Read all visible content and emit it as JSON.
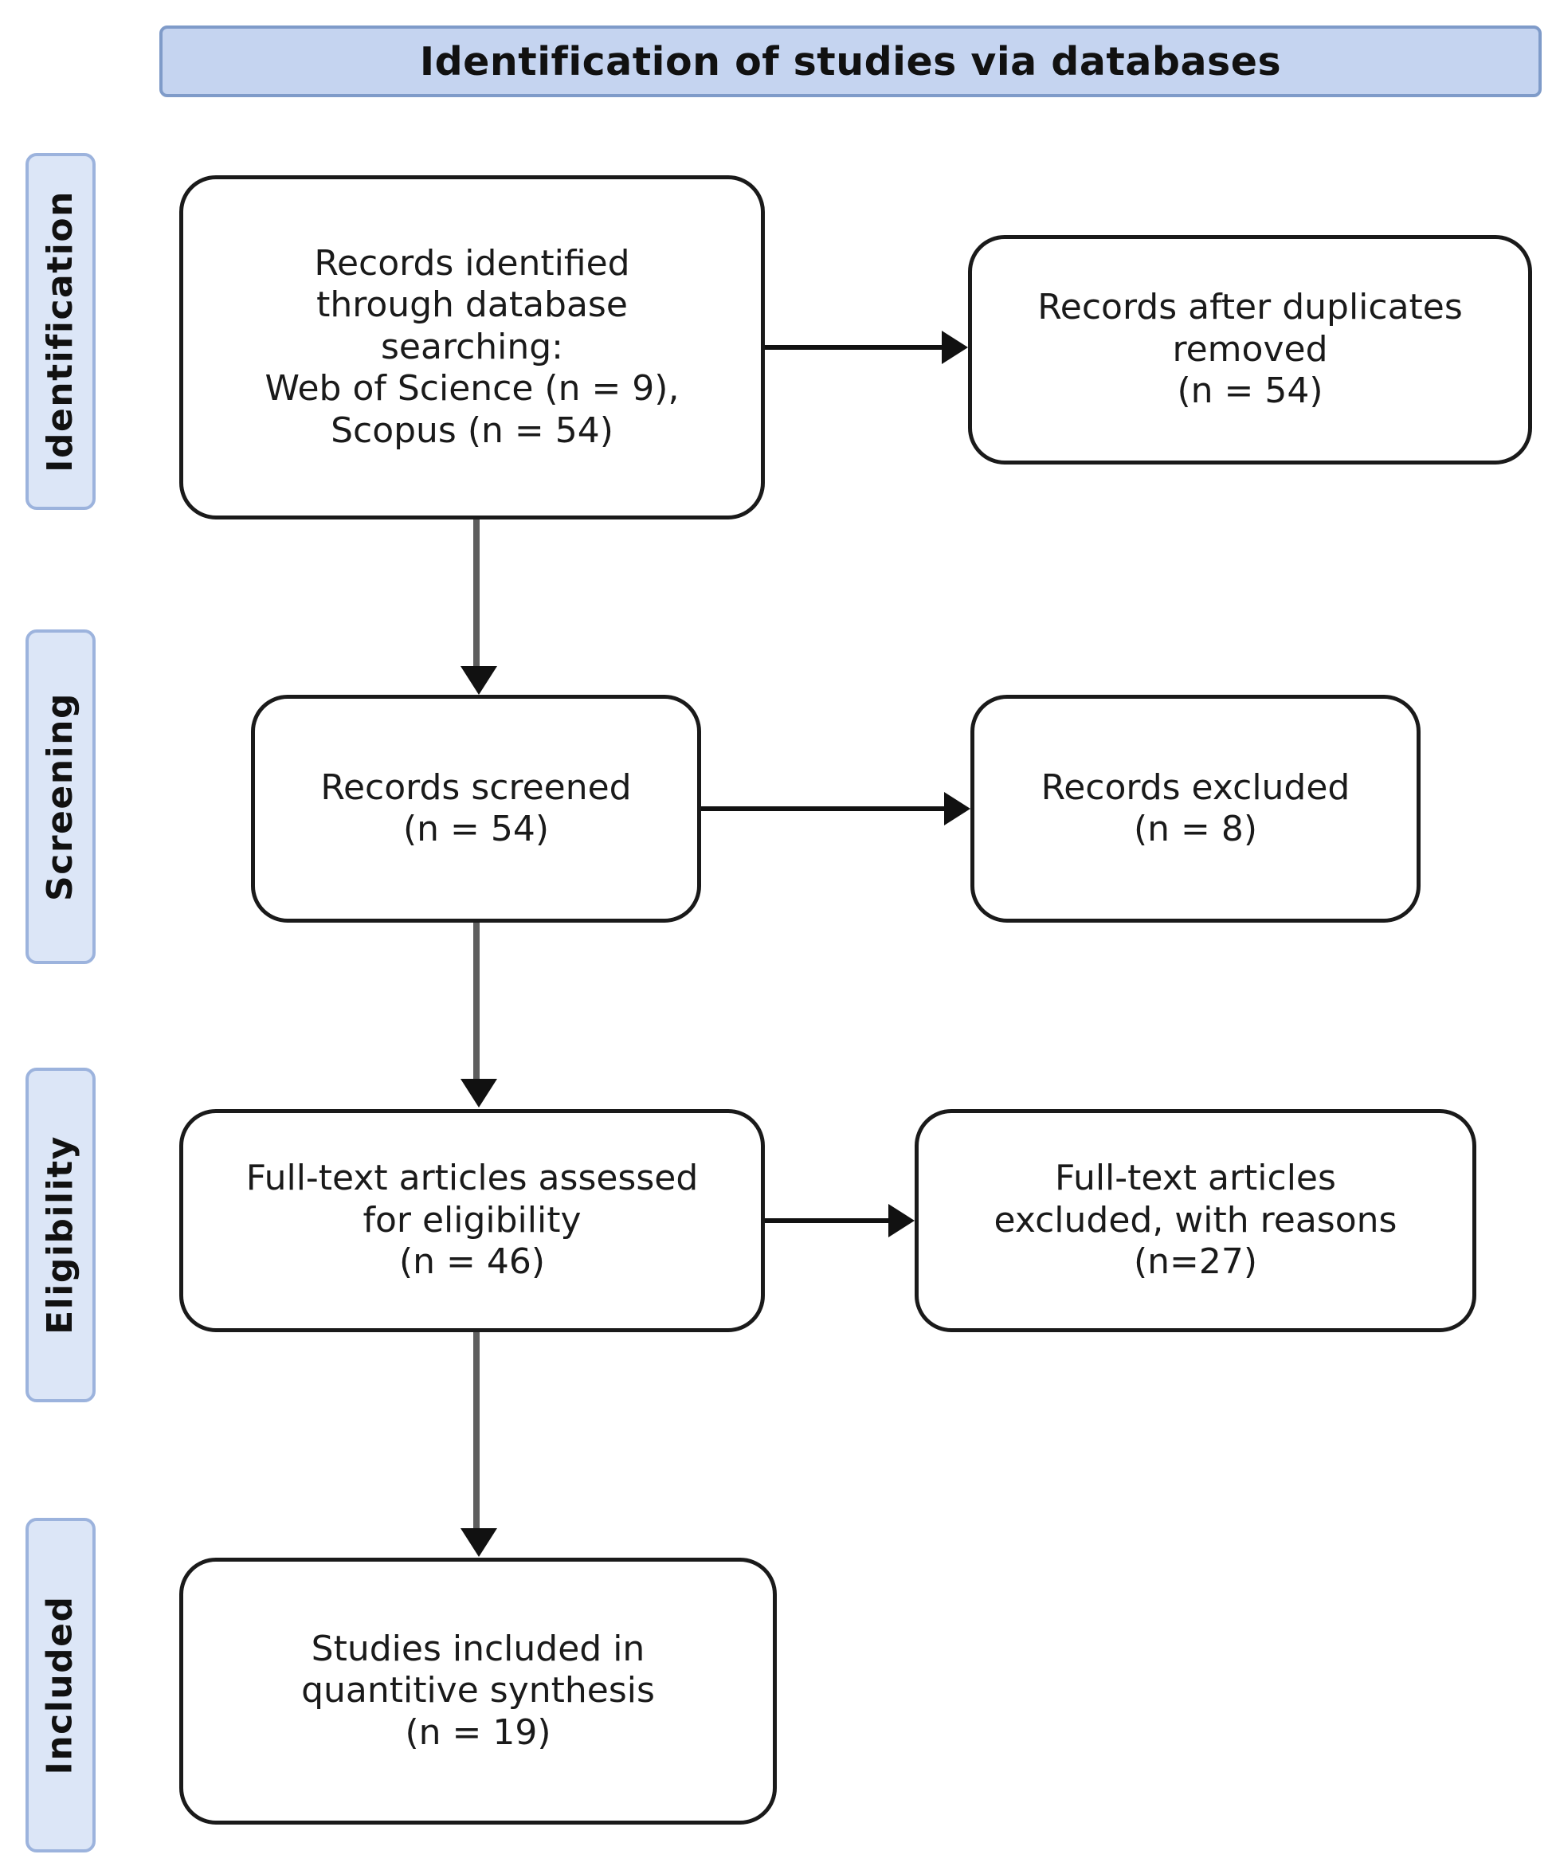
{
  "title": {
    "text": "Identification of studies via databases"
  },
  "colors": {
    "banner_fill": "#c5d4f0",
    "banner_border": "#7f9bc9",
    "tab_fill": "#dce6f7",
    "tab_border": "#9cb3dd",
    "box_border": "#1a1a1a",
    "box_fill": "#ffffff",
    "vertical_connector": "#5e5e5e",
    "horizontal_connector": "#111111",
    "text": "#1a1a1a"
  },
  "stages": [
    {
      "id": "identification",
      "label": "Identification"
    },
    {
      "id": "screening",
      "label": "Screening"
    },
    {
      "id": "eligibility",
      "label": "Eligibility"
    },
    {
      "id": "included",
      "label": "Included"
    }
  ],
  "boxes": {
    "identified": {
      "text": "Records identified\nthrough database\nsearching:\nWeb of Science (n = 9),\nScopus (n = 54)"
    },
    "duplicates": {
      "text": "Records after duplicates\nremoved\n(n = 54)"
    },
    "screened": {
      "text": "Records screened\n(n = 54)"
    },
    "excluded": {
      "text": "Records excluded\n(n = 8)"
    },
    "fulltext_assessed": {
      "text": "Full-text articles assessed\nfor eligibility\n(n = 46)"
    },
    "fulltext_excluded": {
      "text": "Full-text articles\nexcluded, with reasons\n(n=27)"
    },
    "included": {
      "text": "Studies included in\nquantitive synthesis\n(n = 19)"
    }
  },
  "chart_data": {
    "type": "diagram",
    "title": "Identification of studies via databases",
    "diagram_kind": "PRISMA flow diagram",
    "stages": [
      "Identification",
      "Screening",
      "Eligibility",
      "Included"
    ],
    "nodes": [
      {
        "id": "identified",
        "stage": "Identification",
        "label": "Records identified through database searching: Web of Science (n = 9), Scopus (n = 54)",
        "counts": {
          "Web of Science": 9,
          "Scopus": 54
        }
      },
      {
        "id": "duplicates",
        "stage": "Identification",
        "label": "Records after duplicates removed (n = 54)",
        "n": 54
      },
      {
        "id": "screened",
        "stage": "Screening",
        "label": "Records screened (n = 54)",
        "n": 54
      },
      {
        "id": "excluded",
        "stage": "Screening",
        "label": "Records excluded (n = 8)",
        "n": 8
      },
      {
        "id": "fulltext_assessed",
        "stage": "Eligibility",
        "label": "Full-text articles assessed for eligibility (n = 46)",
        "n": 46
      },
      {
        "id": "fulltext_excluded",
        "stage": "Eligibility",
        "label": "Full-text articles excluded, with reasons (n=27)",
        "n": 27
      },
      {
        "id": "included",
        "stage": "Included",
        "label": "Studies included in quantitive synthesis (n = 19)",
        "n": 19
      }
    ],
    "edges": [
      {
        "from": "identified",
        "to": "duplicates",
        "direction": "horizontal"
      },
      {
        "from": "identified",
        "to": "screened",
        "direction": "vertical"
      },
      {
        "from": "screened",
        "to": "excluded",
        "direction": "horizontal"
      },
      {
        "from": "screened",
        "to": "fulltext_assessed",
        "direction": "vertical"
      },
      {
        "from": "fulltext_assessed",
        "to": "fulltext_excluded",
        "direction": "horizontal"
      },
      {
        "from": "fulltext_assessed",
        "to": "included",
        "direction": "vertical"
      }
    ]
  }
}
